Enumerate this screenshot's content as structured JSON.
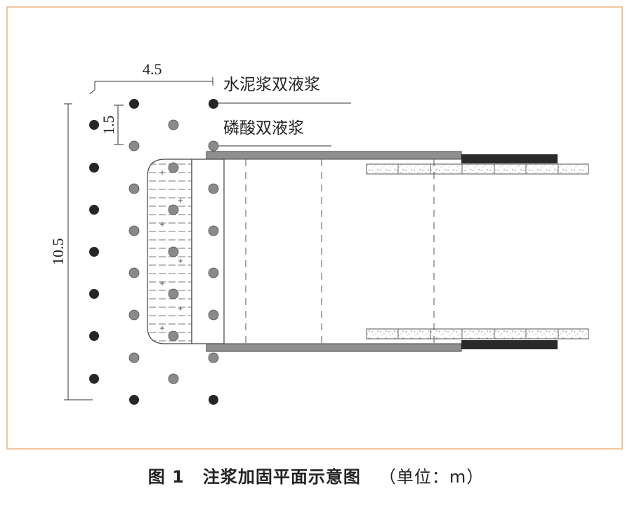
{
  "diagram": {
    "dim_width": "4.5",
    "dim_spacing": "1.5",
    "dim_height": "10.5",
    "legend_cement": "水泥浆双液浆",
    "legend_phosphoric": "磷酸双液浆",
    "colors": {
      "cement_hole": "#262626",
      "phosphoric_hole": "#8a8a8a",
      "frame_border": "#f2c59d"
    }
  },
  "caption": {
    "figure_number": "图 1",
    "title": "注浆加固平面示意图",
    "unit": "（单位：m）"
  }
}
